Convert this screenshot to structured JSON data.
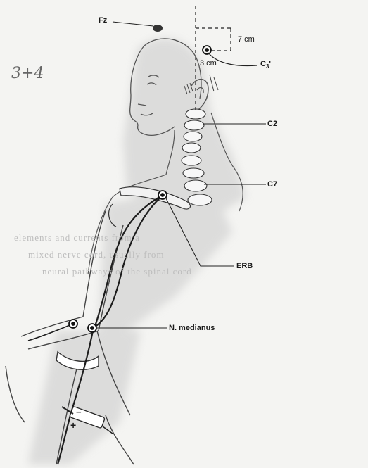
{
  "handwritten_note": "3+4",
  "labels": {
    "fz": "Fz",
    "dist_7": "7 cm",
    "dist_3": "3 cm",
    "c3_main": "C",
    "c3_sub": "3",
    "c3_mark": "'",
    "c2": "C2",
    "c7": "C7",
    "erb": "ERB",
    "median": "N. medianus",
    "minus": "−",
    "plus": "+"
  },
  "bleed_through": [
    "elements and currents from a",
    "mixed nerve cord, usually from",
    "neural pathways of the spinal cord"
  ]
}
